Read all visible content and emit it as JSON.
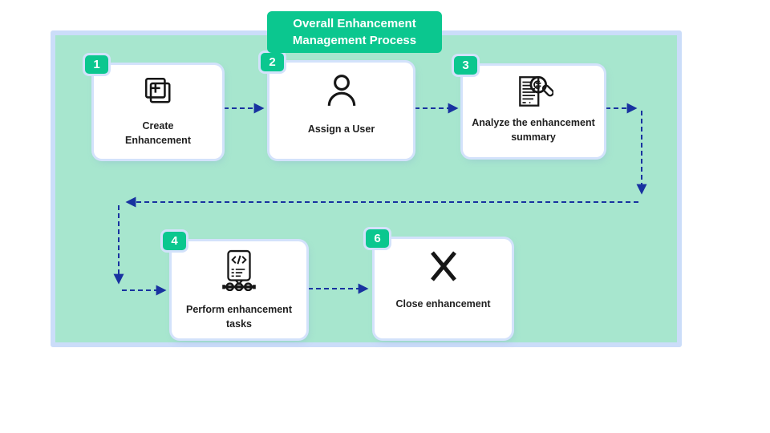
{
  "title": {
    "text": "Overall Enhancement Management Process"
  },
  "colors": {
    "accent_green": "#0bc78f",
    "canvas_fill": "#a7e6ce",
    "canvas_border": "#cbddf9",
    "arrow_blue": "#1832a0",
    "card_glow": "#d3e2fb",
    "text_dark": "#1f1f1f",
    "card_bg": "#ffffff"
  },
  "steps": [
    {
      "number": "1",
      "label": "Create Enhancement",
      "icon": "add-enhancement-icon"
    },
    {
      "number": "2",
      "label": "Assign a User",
      "icon": "user-icon"
    },
    {
      "number": "3",
      "label": "Analyze the enhancement summary",
      "icon": "document-search-icon"
    },
    {
      "number": "4",
      "label": "Perform enhancement tasks",
      "icon": "code-tasks-icon"
    },
    {
      "number": "6",
      "label": "Close enhancement",
      "icon": "close-x-icon"
    }
  ]
}
